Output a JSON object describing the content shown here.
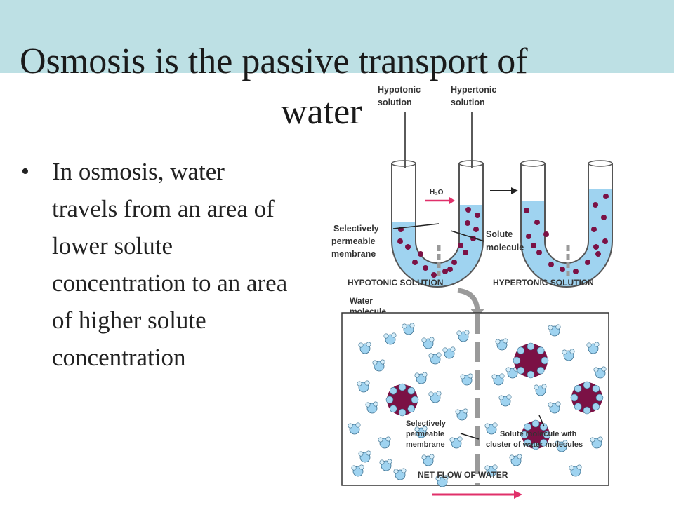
{
  "slide": {
    "title_line1": "Osmosis is the passive transport of",
    "title_line2": "water",
    "bullet": "In osmosis, water travels from an area of lower solute concentration to an area of higher solute concentration"
  },
  "figure": {
    "hypotonic_label_1": "Hypotonic",
    "hypotonic_label_2": "solution",
    "hypertonic_label_1": "Hypertonic",
    "hypertonic_label_2": "solution",
    "h2o_label": "H₂O",
    "membrane_label_1": "Selectively",
    "membrane_label_2": "permeable",
    "membrane_label_3": "membrane",
    "solute_label_1": "Solute",
    "solute_label_2": "molecule",
    "hypotonic_caption": "HYPOTONIC SOLUTION",
    "hypertonic_caption": "HYPERTONIC SOLUTION",
    "water_label_1": "Water",
    "water_label_2": "molecule",
    "inner_membrane_1": "Selectively",
    "inner_membrane_2": "permeable",
    "inner_membrane_3": "membrane",
    "cluster_label_1": "Solute molecule with",
    "cluster_label_2": "cluster of water molecules",
    "net_flow": "NET FLOW OF WATER"
  },
  "colors": {
    "band": "#bde0e4",
    "liquid": "#9fd3f0",
    "solute": "#7b1145",
    "arrow": "#e0306a",
    "membrane": "#9a9a9a"
  }
}
